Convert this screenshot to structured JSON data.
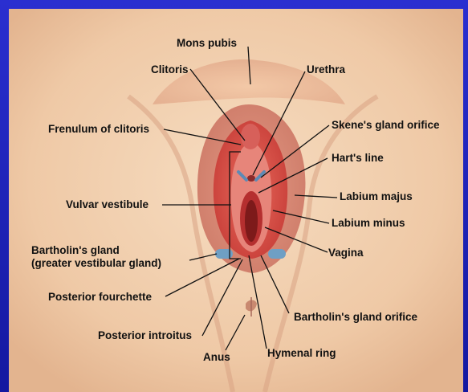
{
  "diagram": {
    "labels": {
      "mons_pubis": "Mons pubis",
      "clitoris": "Clitoris",
      "urethra": "Urethra",
      "frenulum": "Frenulum of clitoris",
      "skenes": "Skene's gland orifice",
      "harts_line": "Hart's line",
      "vulvar_vestibule": "Vulvar vestibule",
      "labium_majus": "Labium majus",
      "labium_minus": "Labium minus",
      "bartholins_gland_1": "Bartholin's gland",
      "bartholins_gland_2": "(greater vestibular gland)",
      "vagina": "Vagina",
      "posterior_fourchette": "Posterior fourchette",
      "bartholins_orifice": "Bartholin's gland orifice",
      "posterior_introitus": "Posterior introitus",
      "anus": "Anus",
      "hymenal_ring": "Hymenal ring"
    },
    "colors": {
      "frame": "#1a1fa3",
      "skin": "#f2d3b3",
      "tissue": "#d0463f",
      "gland": "#6f9fc4",
      "leader": "#111111"
    }
  }
}
